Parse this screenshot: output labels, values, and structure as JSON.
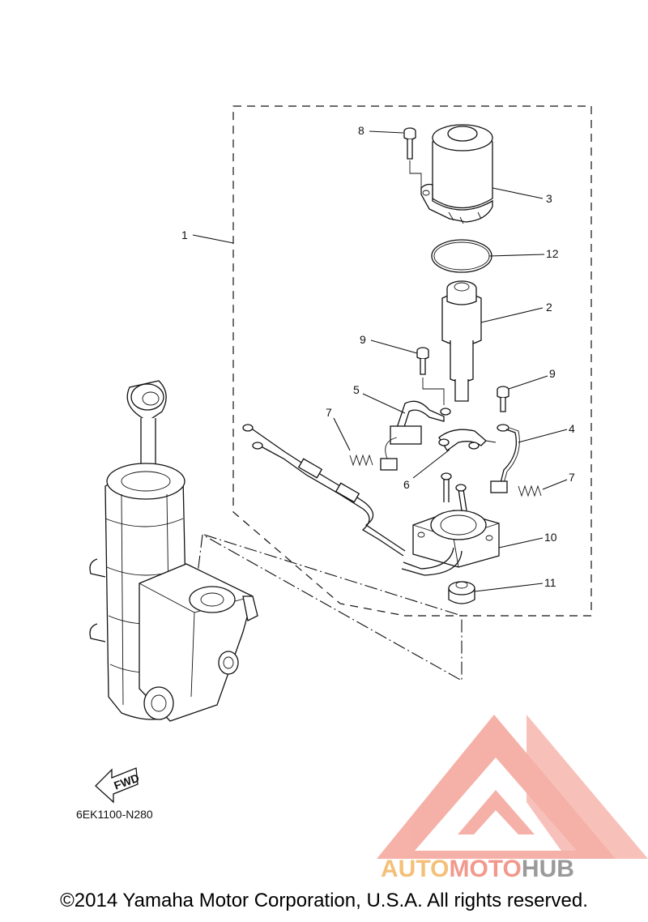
{
  "diagram": {
    "part_code": "6EK1100-N280",
    "direction_label": "FWD",
    "callouts": [
      "1",
      "2",
      "3",
      "4",
      "5",
      "6",
      "7",
      "7",
      "8",
      "9",
      "9",
      "10",
      "11",
      "12"
    ]
  },
  "watermark": {
    "part1": "AUTO",
    "part2": "MOTO",
    "part3": "HUB",
    "colors": {
      "auto": "#f4c079",
      "moto": "#f2998d",
      "hub": "#9a9a9a",
      "logo": "#f08a80"
    }
  },
  "footer": {
    "copyright": "©2014 Yamaha Motor Corporation, U.S.A. All rights reserved."
  }
}
